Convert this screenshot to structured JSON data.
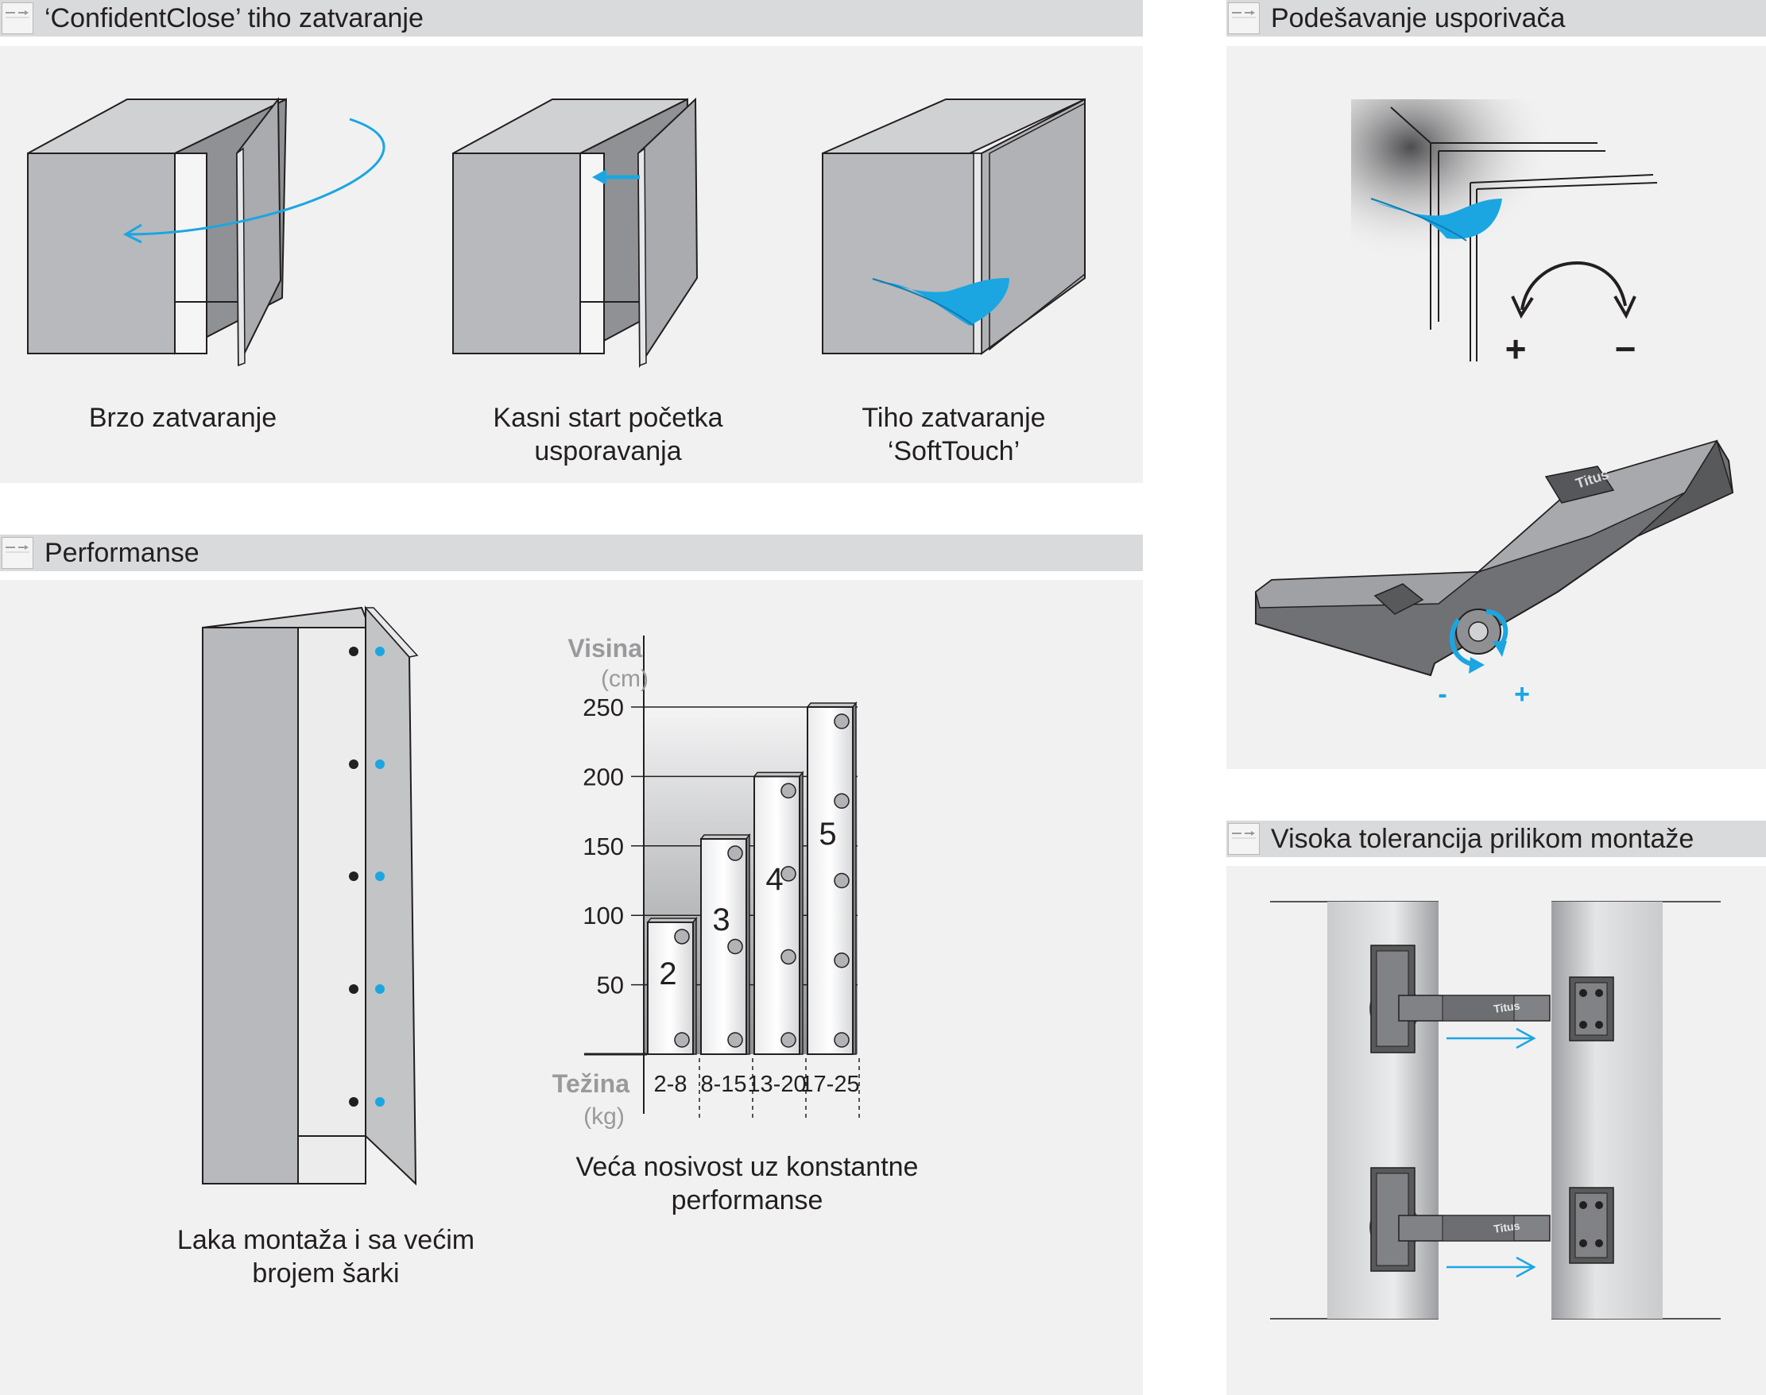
{
  "sections": {
    "confident_close": {
      "title": "‘ConfidentClose’ tiho zatvaranje",
      "items": [
        {
          "line1": "Brzo zatvaranje",
          "line2": ""
        },
        {
          "line1": "Kasni start početka",
          "line2": "usporavanja"
        },
        {
          "line1": "Tiho zatvaranje",
          "line2": "‘SoftTouch’"
        }
      ]
    },
    "performance": {
      "title": "Performanse",
      "left_caption": {
        "line1": "Laka montaža i sa većim",
        "line2": "brojem šarki"
      },
      "chart_caption": {
        "line1": "Veća nosivost uz konstantne",
        "line2": "performanse"
      }
    },
    "damper": {
      "title": "Podešavanje usporivača",
      "plus": "+",
      "minus": "−",
      "hinge_plus": "+",
      "hinge_minus": "-",
      "brand": "Titus"
    },
    "tolerance": {
      "title": "Visoka tolerancija prilikom montaže",
      "brand": "Titus"
    }
  },
  "colors": {
    "accent_blue": "#1ba6e2",
    "header_gray": "#d9dadb",
    "panel_bg": "#f1f1f2",
    "axis_label_gray": "#9a9a9c"
  },
  "icons": [
    "section-marker-icon",
    "feather-icon",
    "rotation-arrow-icon",
    "hinge-illustration",
    "cabinet-illustration"
  ],
  "chart_data": {
    "type": "bar",
    "title": "",
    "ylabel": "Visina",
    "yunit": "(cm)",
    "xlabel": "Težina",
    "xunit": "(kg)",
    "ylim": [
      0,
      250
    ],
    "yticks": [
      50,
      100,
      150,
      200,
      250
    ],
    "categories": [
      "2-8",
      "8-15",
      "13-20",
      "17-25"
    ],
    "values": [
      95,
      155,
      200,
      250
    ],
    "bar_labels": [
      "2",
      "3",
      "4",
      "5"
    ],
    "hinges_per_bar": [
      2,
      3,
      4,
      5
    ]
  }
}
